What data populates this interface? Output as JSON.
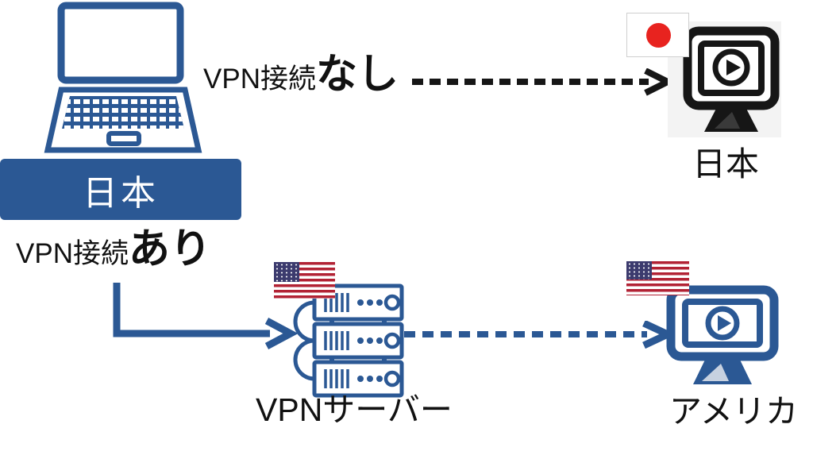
{
  "colors": {
    "primary_blue": "#2b5894",
    "icon_black": "#161616",
    "japan_flag_red": "#e8231f",
    "us_flag_red": "#b22234",
    "us_flag_navy": "#3c3b6e"
  },
  "diagram": {
    "client": {
      "country_label": "日本"
    },
    "no_vpn_flow": {
      "label_prefix": "VPN接続",
      "label_emphasis": "なし",
      "destination_label": "日本"
    },
    "with_vpn_flow": {
      "label_prefix": "VPN接続",
      "label_emphasis": "あり",
      "server_label": "VPNサーバー",
      "destination_label": "アメリカ"
    }
  },
  "icons": {
    "client_device": "laptop-icon",
    "no_vpn_destination": "video-monitor-icon (black, Japan flag)",
    "vpn_server": "server-rack-icon (US flag)",
    "with_vpn_destination": "video-monitor-icon (blue, US flag)",
    "no_vpn_connection": "black-dashed-arrow",
    "with_vpn_connection_to_server": "blue-elbow-arrow",
    "server_to_destination": "blue-dashed-arrow"
  }
}
